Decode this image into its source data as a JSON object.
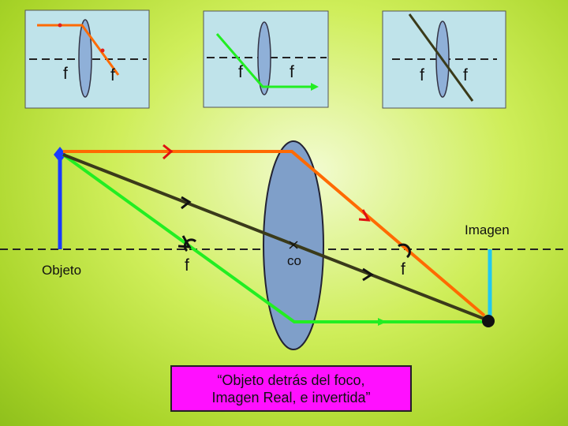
{
  "colors": {
    "background": "#b8e03a",
    "panel_fill": "#bfe3ea",
    "lens_fill": "#8fb0d8",
    "ray_parallel": "#ff6a00",
    "ray_focus": "#22ee22",
    "ray_center": "#3a3a1a",
    "object_arrow": "#1a3cff",
    "image_arrow": "#22c8f0",
    "caption_fill": "#ff10ff"
  },
  "panels": [
    {
      "focal_labels": [
        "f",
        "f"
      ],
      "ray": "parallel-to-focus"
    },
    {
      "focal_labels": [
        "f",
        "f"
      ],
      "ray": "focus-to-parallel"
    },
    {
      "focal_labels": [
        "f",
        "f"
      ],
      "ray": "through-center"
    }
  ],
  "main": {
    "object_label": "Objeto",
    "image_label": "Imagen",
    "focus_left_label": "f",
    "center_label": "co",
    "focus_right_label": "f"
  },
  "caption": {
    "line1": "“Objeto detrás del foco,",
    "line2": "Imagen Real, e invertida”"
  }
}
